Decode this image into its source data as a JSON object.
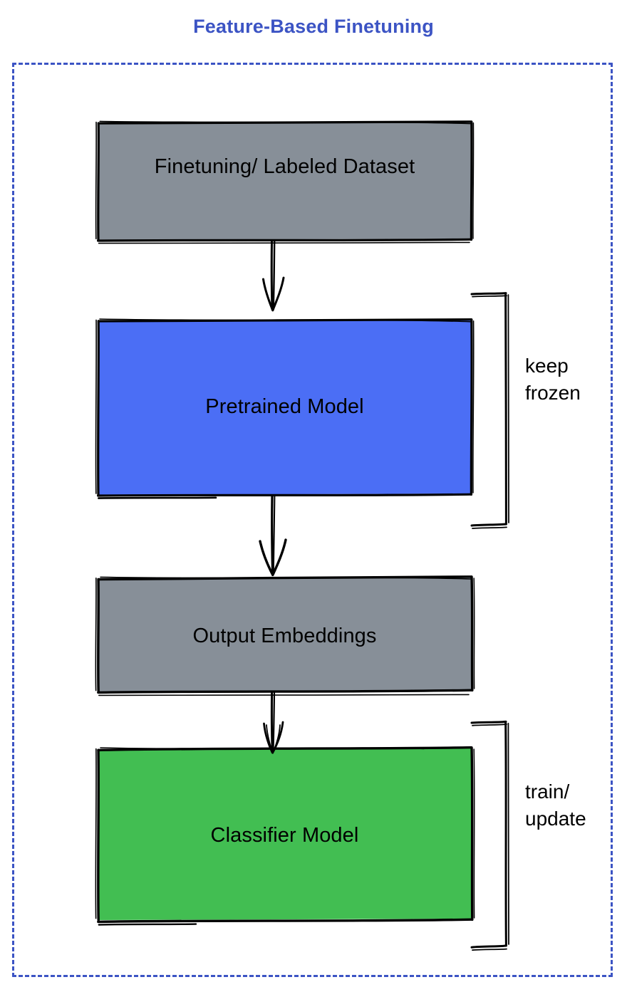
{
  "title": "Feature-Based Finetuning",
  "theme": {
    "accent_blue": "#3c54c4",
    "node_gray": "#878f98",
    "node_blue": "#4b6ef5",
    "node_green": "#42be52",
    "stroke": "#000000",
    "background": "#ffffff"
  },
  "nodes": [
    {
      "id": "dataset",
      "label": "Finetuning/ Labeled Dataset",
      "fill": "#878f98"
    },
    {
      "id": "pretrained",
      "label": "Pretrained Model",
      "fill": "#4b6ef5"
    },
    {
      "id": "embeddings",
      "label": "Output Embeddings",
      "fill": "#878f98"
    },
    {
      "id": "classifier",
      "label": "Classifier Model",
      "fill": "#42be52"
    }
  ],
  "annotations": [
    {
      "id": "keep-frozen",
      "line1": "keep",
      "line2": "frozen",
      "target": "pretrained"
    },
    {
      "id": "train-update",
      "line1": "train/",
      "line2": "update",
      "target": "classifier"
    }
  ],
  "edges": [
    {
      "from": "dataset",
      "to": "pretrained"
    },
    {
      "from": "pretrained",
      "to": "embeddings"
    },
    {
      "from": "embeddings",
      "to": "classifier"
    }
  ],
  "chart_data": {
    "type": "flowchart",
    "title": "Feature-Based Finetuning",
    "orientation": "top-to-bottom",
    "nodes": [
      "Finetuning/ Labeled Dataset",
      "Pretrained Model",
      "Output Embeddings",
      "Classifier Model"
    ],
    "edges": [
      [
        "Finetuning/ Labeled Dataset",
        "Pretrained Model"
      ],
      [
        "Pretrained Model",
        "Output Embeddings"
      ],
      [
        "Output Embeddings",
        "Classifier Model"
      ]
    ],
    "annotations": [
      "keep frozen",
      "train/ update"
    ]
  }
}
